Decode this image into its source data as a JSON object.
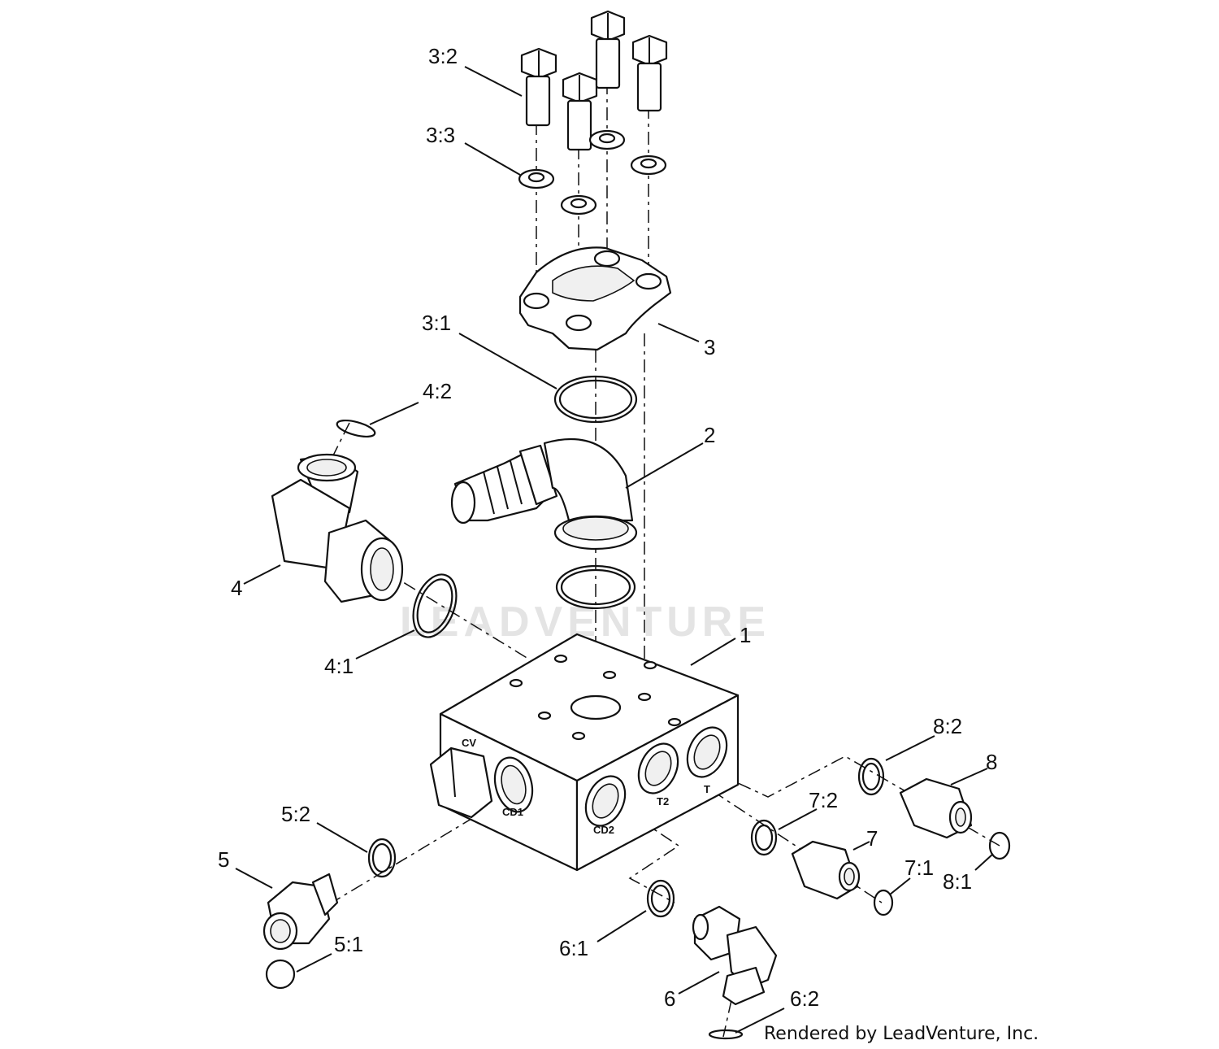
{
  "callouts": {
    "c3_2": "3:2",
    "c3_3": "3:3",
    "c3_1": "3:1",
    "c3": "3",
    "c4_2": "4:2",
    "c2": "2",
    "c4": "4",
    "c1": "1",
    "c4_1": "4:1",
    "c8_2": "8:2",
    "c8": "8",
    "c7_2": "7:2",
    "c7": "7",
    "c5_2": "5:2",
    "c5": "5",
    "c7_1": "7:1",
    "c8_1": "8:1",
    "c6_1": "6:1",
    "c5_1": "5:1",
    "c6": "6",
    "c6_2": "6:2"
  },
  "ports": {
    "cv": "CV",
    "cd1": "CD1",
    "cd2": "CD2",
    "t2": "T2",
    "t": "T"
  },
  "watermark": "LEADVENTURE",
  "credit": "Rendered by LeadVenture, Inc."
}
